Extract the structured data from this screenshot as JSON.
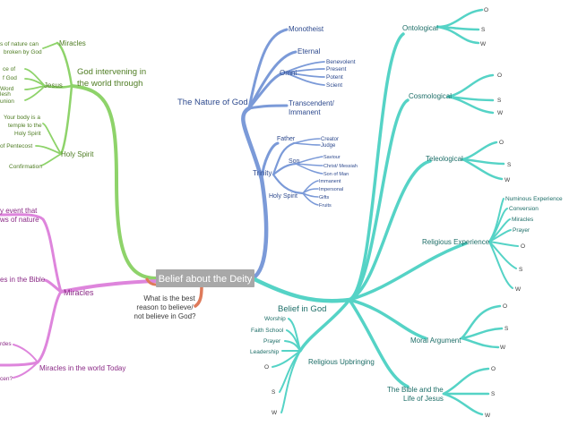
{
  "diagram": {
    "central": "Belief about the Deity",
    "colors": {
      "blue": "#7b9ad8",
      "teal": "#55d3c6",
      "green": "#8ed36a",
      "pink": "#de85dc",
      "orange": "#de7a5a",
      "central_fill": "#a8a8a8",
      "text_blue": "#2e4a8e",
      "text_teal": "#1e6e68",
      "text_green": "#4f7d24",
      "text_pink": "#8a2a86",
      "text_dark": "#3a3a3a"
    },
    "question": {
      "line1": "What is the best",
      "line2": "reason to believe/",
      "line3": "not believe in God?"
    },
    "nature": {
      "title": "The Nature of God",
      "monotheist": "Monotheist",
      "eternal": "Eternal",
      "omni": "Omni",
      "omni_items": [
        "Benevolent",
        "Present",
        "Potent",
        "Scient"
      ],
      "transcendent_1": "Transcendent/",
      "transcendent_2": "Immanent",
      "trinity": "Trinity",
      "father": "Father",
      "father_items": [
        "Creator",
        "Judge"
      ],
      "son": "Son",
      "son_items": [
        "Saviour",
        "Christ/ Messiah",
        "Son of Man"
      ],
      "spirit": "Holy Spirit",
      "spirit_items": [
        "Immanent",
        "Impersonal",
        "Gifts",
        "Fruits"
      ]
    },
    "belief": {
      "title": "Belief in God",
      "ontological": "Ontological",
      "cosmological": "Cosmological",
      "teleological": "Teleological",
      "religious_experience": "Religious Experience",
      "re_items": [
        "Numinous Experience",
        "Conversion",
        "Miracles",
        "Prayer"
      ],
      "moral": "Moral Argument",
      "bible_1": "The Bible and the",
      "bible_2": "Life of Jesus",
      "osw": [
        "O",
        "S",
        "W"
      ],
      "upbringing": "Religious Upbringing",
      "upbringing_items": [
        "Worship",
        "Faith School",
        "Prayer",
        "Leadership"
      ]
    },
    "intervening": {
      "title_1": "God intervening in",
      "title_2": "the world through",
      "miracles": "Miracles",
      "laws_1": "s of nature can",
      "laws_2": "broken by God",
      "jesus": "Jesus",
      "jesus_items": [
        "ce of",
        "f God",
        "Word",
        "lesh",
        "union"
      ],
      "holy_spirit": "Holy Spirit",
      "temple_1": "Your body is a",
      "temple_2": "temple to the",
      "temple_3": "Holy Spirit",
      "pentecost": "of Pentecost",
      "confirmation": "Confirmation"
    },
    "miracles_branch": {
      "title": "Miracles",
      "event_1": "y event that",
      "event_2": "ws of nature",
      "bible": "es in the Bible",
      "today": "Miracles in the world Today",
      "lourdes": "rdes",
      "cen": "cen?"
    }
  }
}
